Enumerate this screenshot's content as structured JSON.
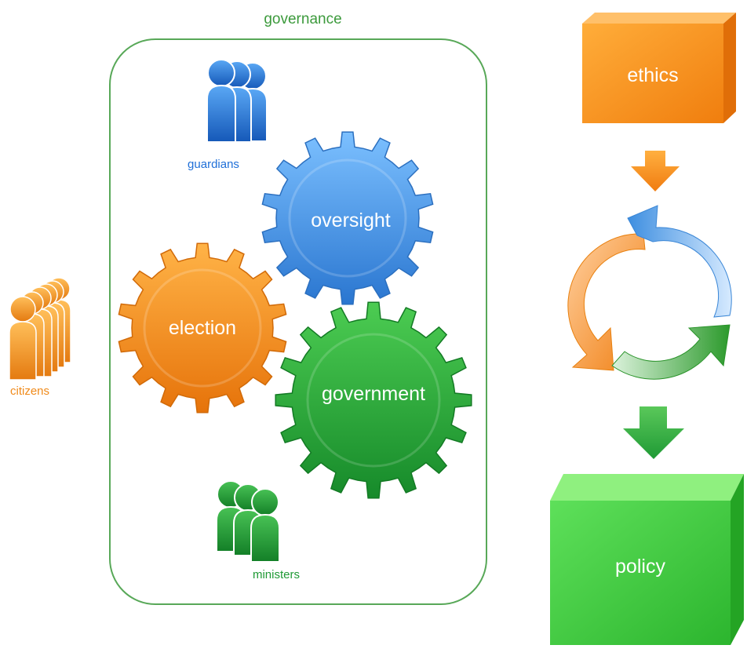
{
  "title": "governance",
  "labels": {
    "guardians": "guardians",
    "citizens": "citizens",
    "ministers": "ministers"
  },
  "gears": {
    "oversight": "oversight",
    "election": "election",
    "government": "government"
  },
  "cubes": {
    "ethics": "ethics",
    "policy": "policy"
  },
  "colors": {
    "frame": "#3c9a3c",
    "blue": "#3a8fe0",
    "orange": "#f28c1a",
    "green": "#22a33a",
    "citizens_text": "#f08a1a",
    "guardians_text": "#1f6fd8",
    "ministers_text": "#1f9a35"
  },
  "icons": {
    "guardians": "people-group-icon",
    "citizens": "crowd-icon",
    "ministers": "people-group-icon",
    "cycle": "refresh-cycle-icon",
    "arrow_down_orange": "arrow-down-icon",
    "arrow_down_green": "arrow-down-icon"
  }
}
